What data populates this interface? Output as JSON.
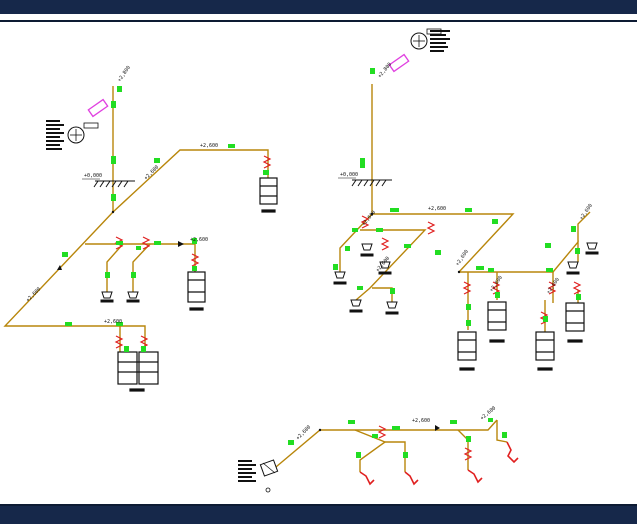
{
  "colors": {
    "pipe": "#b8860b",
    "valve": "#e02020",
    "marker": "#22dd22",
    "duct": "#e040e0",
    "ink": "#111111",
    "frame": "#16284a"
  },
  "labels": {
    "l1": "+2,800",
    "l2": "+0,000",
    "l3": "+2,600",
    "l4": "+2,600",
    "l5": "+2,600",
    "l6": "+2,600",
    "l7": "+2,600",
    "l8": "+2,800",
    "l9": "+0,000",
    "l10": "+2,600",
    "l11": "+2,600",
    "l12": "+2,600",
    "l13": "+2,600",
    "l14": "+2,600",
    "l15": "+2,600",
    "l16": "+2,600",
    "l17": "+2,600",
    "l18": "+2,600",
    "l19": "+2,600"
  }
}
